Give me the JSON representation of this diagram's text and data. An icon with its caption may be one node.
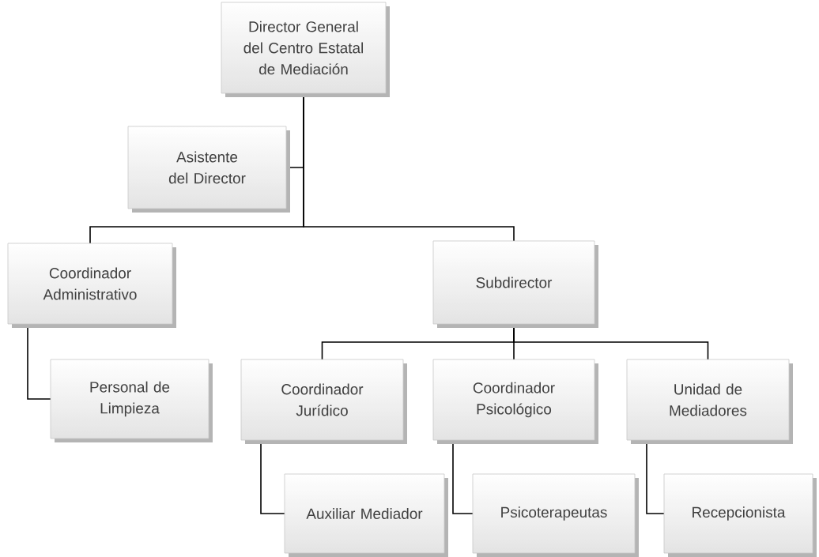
{
  "diagram": {
    "nodes": [
      {
        "text": [
          "Director General del Centro Estatal de Mediación"
        ]
      },
      {
        "text": [
          "Asistente del Director"
        ]
      },
      {
        "text": [
          "Coordinador Administrativo"
        ]
      },
      {
        "text": [
          "Subdirector"
        ]
      },
      {
        "text": [
          "Personal de Limpieza"
        ]
      },
      {
        "text": [
          "Coordinador Jurídico"
        ]
      },
      {
        "text": [
          "Coordinador Psicológico"
        ]
      },
      {
        "text": [
          "Unidad de Mediadores"
        ]
      },
      {
        "text": [
          "Auxiliar Mediador"
        ]
      },
      {
        "text": [
          "Psicoterapeutas"
        ]
      },
      {
        "text": [
          "Recepcionista"
        ]
      }
    ],
    "edges": [
      {
        "from": 0,
        "to": 1,
        "arrow": "none"
      },
      {
        "from": 0,
        "to": 2,
        "arrow": "none"
      },
      {
        "from": 0,
        "to": 3,
        "arrow": "none"
      },
      {
        "from": 3,
        "to": 5,
        "arrow": "none"
      },
      {
        "from": 3,
        "to": 6,
        "arrow": "none"
      },
      {
        "from": 3,
        "to": 7,
        "arrow": "none"
      },
      {
        "from": 2,
        "to": 4,
        "arrow": "none"
      },
      {
        "from": 5,
        "to": 8,
        "arrow": "none"
      },
      {
        "from": 6,
        "to": 9,
        "arrow": "none"
      },
      {
        "from": 7,
        "to": 10,
        "arrow": "none"
      }
    ]
  }
}
